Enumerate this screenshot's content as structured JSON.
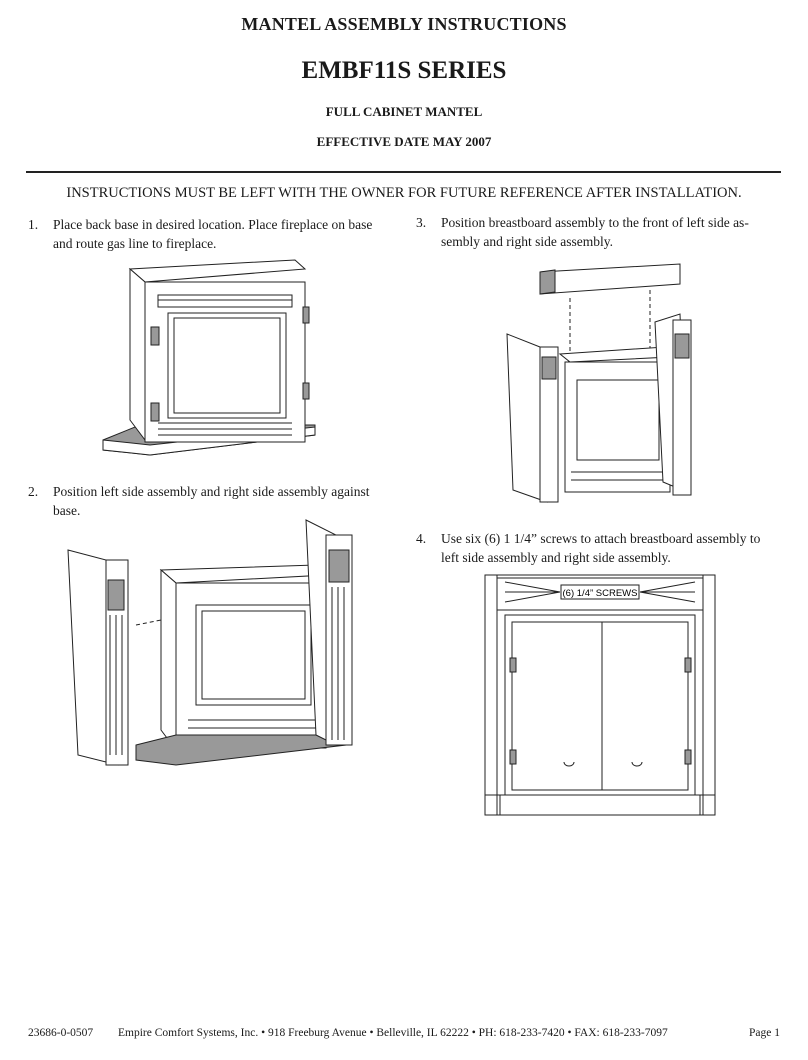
{
  "header": {
    "title": "MANTEL ASSEMBLY  INSTRUCTIONS",
    "series": "EMBF11S SERIES",
    "subtitle": "FULL CABINET MANTEL",
    "effective_date": "EFFECTIVE DATE MAY 2007"
  },
  "notice": "INSTRUCTIONS MUST BE LEFT WITH THE OWNER FOR FUTURE REFERENCE AFTER INSTALLATION.",
  "steps": [
    {
      "num": "1.",
      "line1": "Place back base in desired location.  Place fireplace on base",
      "line2": "and route gas line to fireplace."
    },
    {
      "num": "2.",
      "line1": "Position left side assembly and right side assembly against",
      "line2": "base."
    },
    {
      "num": "3.",
      "line1": "Position breastboard assembly to the front of left side as-",
      "line2": "sembly and right side assembly."
    },
    {
      "num": "4.",
      "line1": "Use six (6) 1 1/4” screws to attach breastboard assembly to",
      "line2": "left side assembly and right side assembly."
    }
  ],
  "figure_labels": {
    "screws": "(6) 1/4” SCREWS"
  },
  "footer": {
    "part_number": "23686-0-0507",
    "company": "Empire Comfort Systems, Inc. • 918 Freeburg Avenue • Belleville, IL  62222 • PH: 618-233-7420 • FAX: 618-233-7097",
    "page": "Page 1"
  }
}
